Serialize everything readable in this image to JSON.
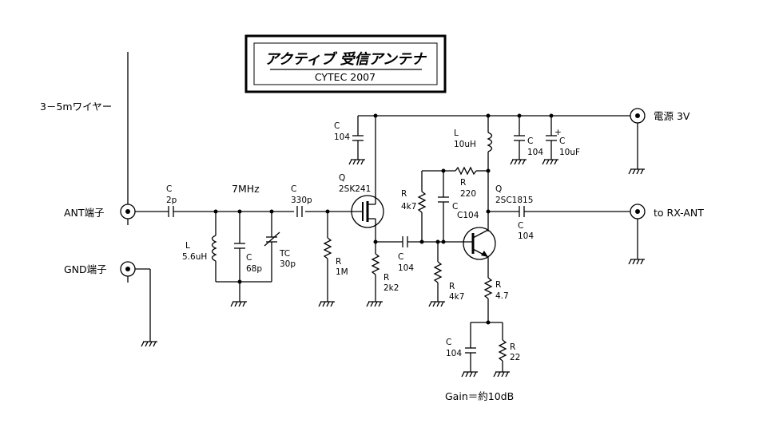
{
  "title": {
    "main": "アクティブ 受信アンテナ",
    "sub": "CYTEC 2007"
  },
  "labels": {
    "wire": "3－5mワイヤー",
    "ant_terminal": "ANT端子",
    "gnd_terminal": "GND端子",
    "power": "電源 3V",
    "output": "to RX-ANT",
    "freq": "7MHz",
    "gain": "Gain＝約10dB"
  },
  "components": {
    "c_in": {
      "type": "C",
      "value": "2p"
    },
    "l_tank": {
      "type": "L",
      "value": "5.6uH"
    },
    "c_tank": {
      "type": "C",
      "value": "68p"
    },
    "tc_tank": {
      "type": "TC",
      "value": "30p"
    },
    "c_couple": {
      "type": "C",
      "value": "330p"
    },
    "r_gate": {
      "type": "R",
      "value": "1M"
    },
    "q1": {
      "type": "Q",
      "value": "2SK241"
    },
    "c_vdd": {
      "type": "C",
      "value": "104"
    },
    "r_source": {
      "type": "R",
      "value": "2k2"
    },
    "c_inter": {
      "type": "C",
      "value": "104"
    },
    "r_bias_top": {
      "type": "R",
      "value": "4k7"
    },
    "c_bias": {
      "type": "C",
      "value": "C104"
    },
    "r_bias_bot": {
      "type": "R",
      "value": "4k7"
    },
    "r_fb": {
      "type": "R",
      "value": "220"
    },
    "l_choke": {
      "type": "L",
      "value": "10uH"
    },
    "c_bypass1": {
      "type": "C",
      "value": "104"
    },
    "c_bypass2": {
      "type": "C",
      "value": "10uF"
    },
    "q2": {
      "type": "Q",
      "value": "2SC1815"
    },
    "c_out": {
      "type": "C",
      "value": "104"
    },
    "r_emitter": {
      "type": "R",
      "value": "4.7"
    },
    "c_emitter": {
      "type": "C",
      "value": "104"
    },
    "r_emitter2": {
      "type": "R",
      "value": "22"
    }
  }
}
